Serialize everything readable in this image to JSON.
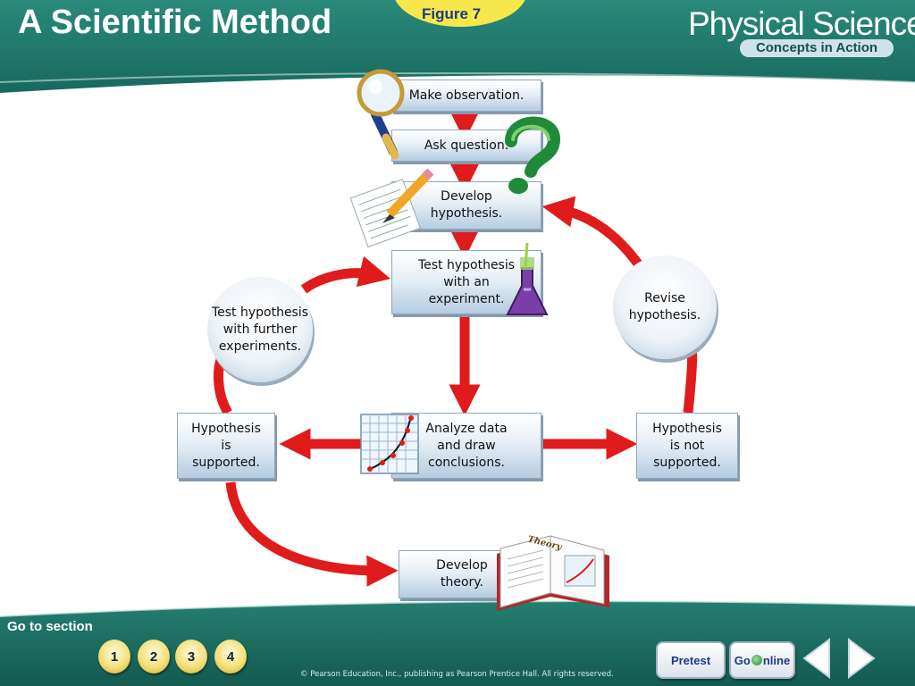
{
  "header": {
    "title": "A Scientific Method",
    "figure_label": "Figure 7",
    "brand_title": "Physical Science",
    "brand_subtitle": "Concepts in Action"
  },
  "diagram": {
    "steps": {
      "make_observation": "Make observation.",
      "ask_question": "Ask question.",
      "develop_hypothesis": "Develop\nhypothesis.",
      "test_hypothesis": "Test hypothesis\nwith an\nexperiment.",
      "analyze_data": "Analyze data\nand draw\nconclusions.",
      "hypothesis_supported": "Hypothesis\nis\nsupported.",
      "hypothesis_not_supported": "Hypothesis\nis not\nsupported.",
      "develop_theory": "Develop\ntheory."
    },
    "loops": {
      "further_experiments": "Test hypothesis\nwith further\nexperiments.",
      "revise_hypothesis": "Revise\nhypothesis."
    },
    "book_label": "Theory",
    "arrow_color": "#e01b1b"
  },
  "footer": {
    "go_to_section": "Go to section",
    "sections": [
      "1",
      "2",
      "3",
      "4"
    ],
    "pretest": "Pretest",
    "go_online_prefix": "Go",
    "go_online_suffix": "nline",
    "copyright": "© Pearson Education, Inc., publishing as Pearson Prentice Hall. All rights reserved."
  },
  "colors": {
    "header_green": "#1e7a6c",
    "footer_green": "#1b6f62",
    "title_text": "#ffffff",
    "figure_tab": "#f6e84a"
  }
}
